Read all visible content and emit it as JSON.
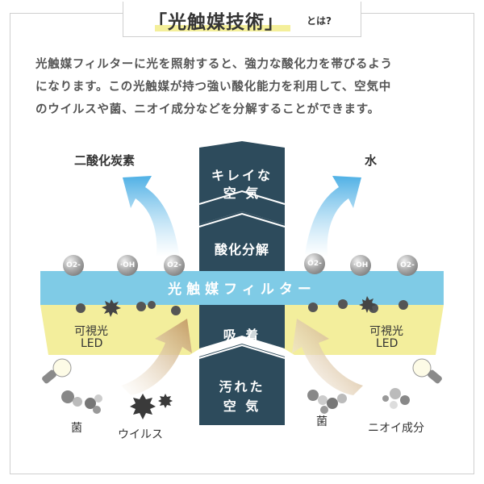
{
  "title": {
    "main": "「光触媒技術」",
    "suffix": "とは?"
  },
  "description": {
    "line1": "光触媒フィルターに光を照射すると、強力な酸化力を帯びるよう",
    "line2": "になります。この光触媒が持つ強い酸化能力を利用して、空気中",
    "line3": "のウイルスや菌、ニオイ成分などを分解することができます。"
  },
  "outputs": {
    "left": "二酸化炭素",
    "right": "水"
  },
  "column": {
    "top_line1": "キレイな",
    "top_line2": "空 気",
    "oxidation": "酸化分解",
    "adsorption": "吸 着",
    "bottom_line1": "汚れた",
    "bottom_line2": "空 気"
  },
  "filter_label": "光触媒フィルター",
  "molecules": {
    "o2": "O2-",
    "oh": "·OH"
  },
  "light": {
    "left_line1": "可視光",
    "left_line2": "LED",
    "right_line1": "可視光",
    "right_line2": "LED"
  },
  "pollutants": {
    "bacteria_left": "菌",
    "virus": "ウイルス",
    "bacteria_right": "菌",
    "odor": "ニオイ成分"
  },
  "colors": {
    "column": "#2d4b5c",
    "filter": "#7fcbe6",
    "light": "#f3ee9c",
    "arrow_up": "#52b4e6",
    "arrow_in": "#c8a46c"
  }
}
